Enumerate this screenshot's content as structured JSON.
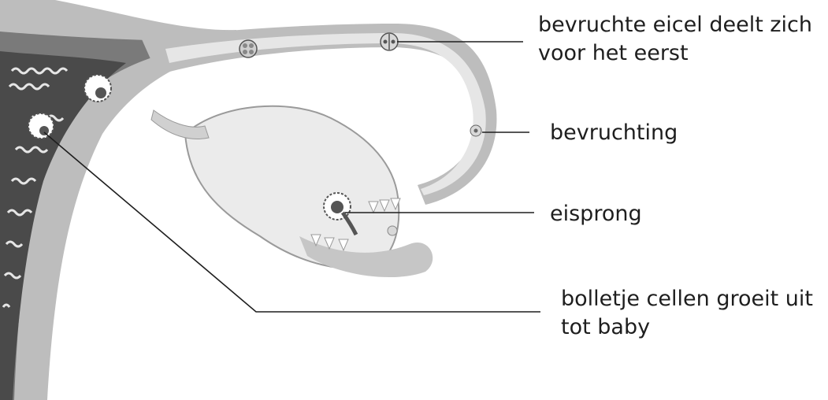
{
  "labels": {
    "first_division": {
      "line1": "bevruchte eicel deelt zich",
      "line2": "voor het eerst"
    },
    "fertilization": {
      "line1": "bevruchting"
    },
    "ovulation": {
      "line1": "eisprong"
    },
    "growth": {
      "line1": "bolletje cellen groeit uit",
      "line2": "tot baby"
    }
  },
  "colors": {
    "uterus_wall": "#bdbdbd",
    "uterus_dark": "#7a7a7a",
    "lining": "#4a4a4a",
    "tube_fill": "#e6e6e6",
    "ovary_fill": "#ebebeb",
    "leader_line": "#1e1e1e",
    "text": "#1e1e1e"
  }
}
